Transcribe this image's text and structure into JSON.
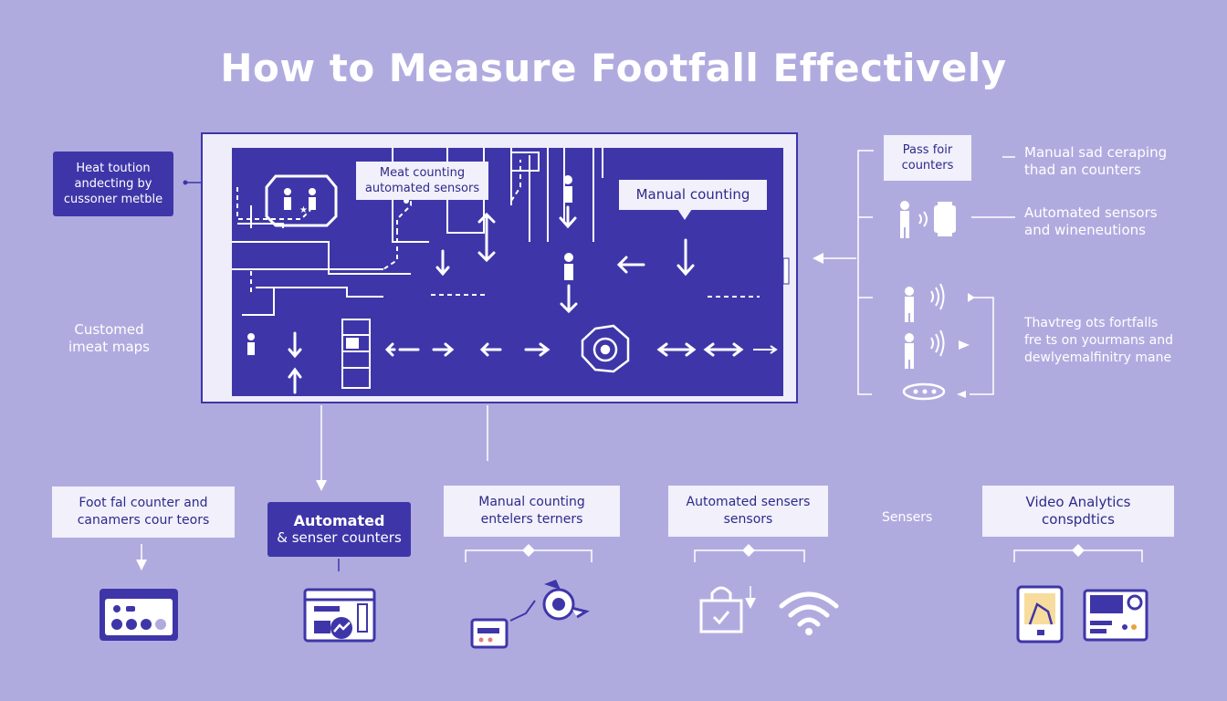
{
  "title": "How to Measure Footfall Effectively",
  "colors": {
    "background": "#b0abdf",
    "accent": "#3e36a8",
    "label_bg": "#f1f0fb",
    "line": "#ffffff"
  },
  "left": {
    "heat_box": [
      "Heat toution",
      "andecting by",
      "cussoner metble"
    ],
    "heat_maps": [
      "Customed",
      "imeat maps"
    ]
  },
  "floorplan": {
    "callout_1": [
      "Meat counting",
      "automated sensors"
    ],
    "callout_2": "Manual counting"
  },
  "right": {
    "pass_box": [
      "Pass foir",
      "counters"
    ],
    "manual_note": [
      "Manual sad ceraping",
      "thad an counters"
    ],
    "auto_note": [
      "Automated sensors",
      "and wineneutions"
    ],
    "footfall_note": [
      "Thavtreg ots fortfalls",
      "fre ts on yourmans and",
      "dewlyemalfinitry mane"
    ]
  },
  "bottom": [
    {
      "lines": [
        "Foot fal counter and",
        "canamers cour teors"
      ],
      "icon": "dashboard-panel-icon"
    },
    {
      "lines": [
        "Automated",
        "& senser counters"
      ],
      "icon": "browser-chart-icon"
    },
    {
      "lines": [
        "Manual counting",
        "entelers terners"
      ],
      "icon": "ticket-camera-icon"
    },
    {
      "lines": [
        "Automated sensers",
        "sensors"
      ],
      "icon": "lock-wifi-icon"
    },
    {
      "lines": [
        "Sensers"
      ],
      "icon": ""
    },
    {
      "lines": [
        "Video Analytics",
        "conspdtics"
      ],
      "icon": "tablet-monitor-icon"
    }
  ]
}
